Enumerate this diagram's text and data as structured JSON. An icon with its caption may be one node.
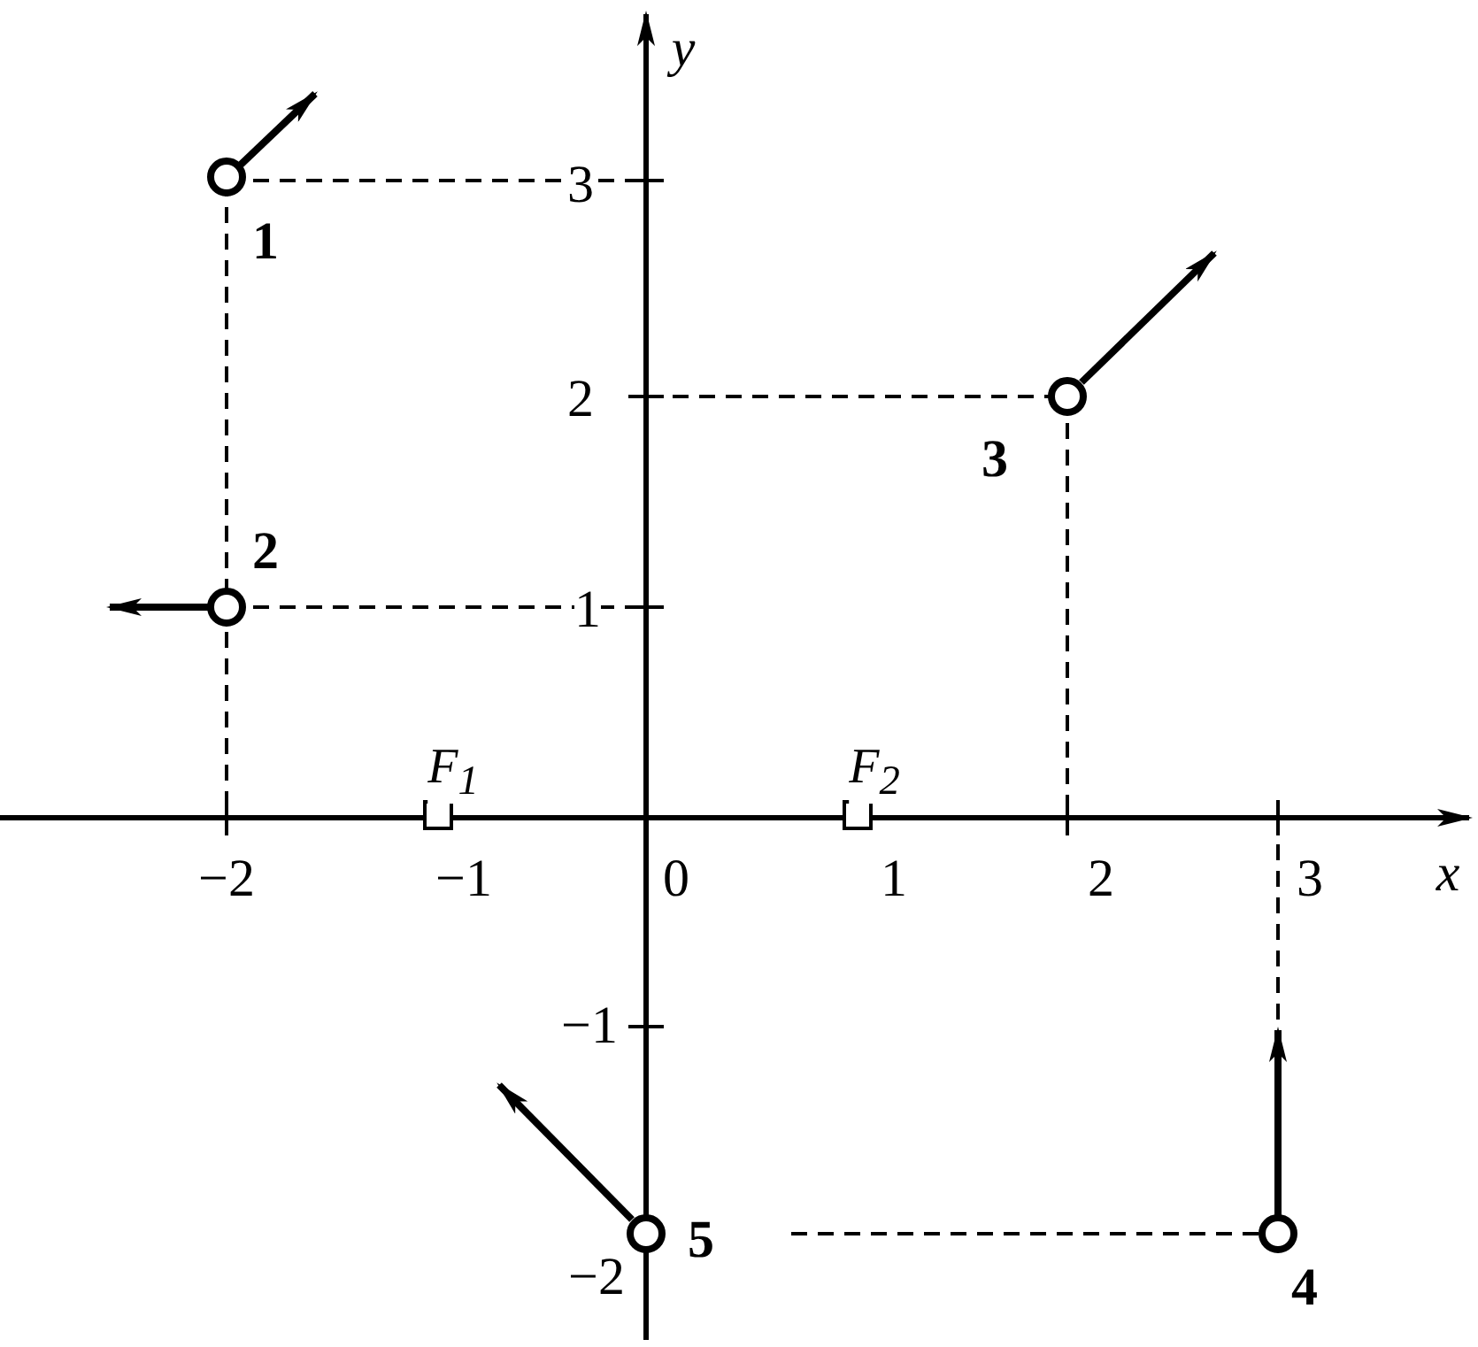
{
  "diagram": {
    "nodes": [
      {
        "text": [],
        "shape": "circle",
        "beside": [
          "1"
        ]
      },
      {
        "text": [],
        "shape": "circle",
        "beside": [
          "2"
        ]
      },
      {
        "text": [],
        "shape": "circle",
        "beside": [
          "3"
        ]
      },
      {
        "text": [],
        "shape": "circle",
        "beside": [
          "4"
        ]
      },
      {
        "text": [],
        "shape": "circle",
        "beside": [
          "5"
        ]
      },
      {
        "text": [],
        "shape": "box",
        "beside": [
          "F$_{1}$"
        ]
      },
      {
        "text": [],
        "shape": "box",
        "beside": [
          "F$_{2}$"
        ]
      }
    ],
    "labels": [
      "y",
      "3",
      "2",
      "1",
      "−2",
      "−1",
      "0",
      "1",
      "2",
      "3",
      "x",
      "−1",
      "−2"
    ]
  }
}
